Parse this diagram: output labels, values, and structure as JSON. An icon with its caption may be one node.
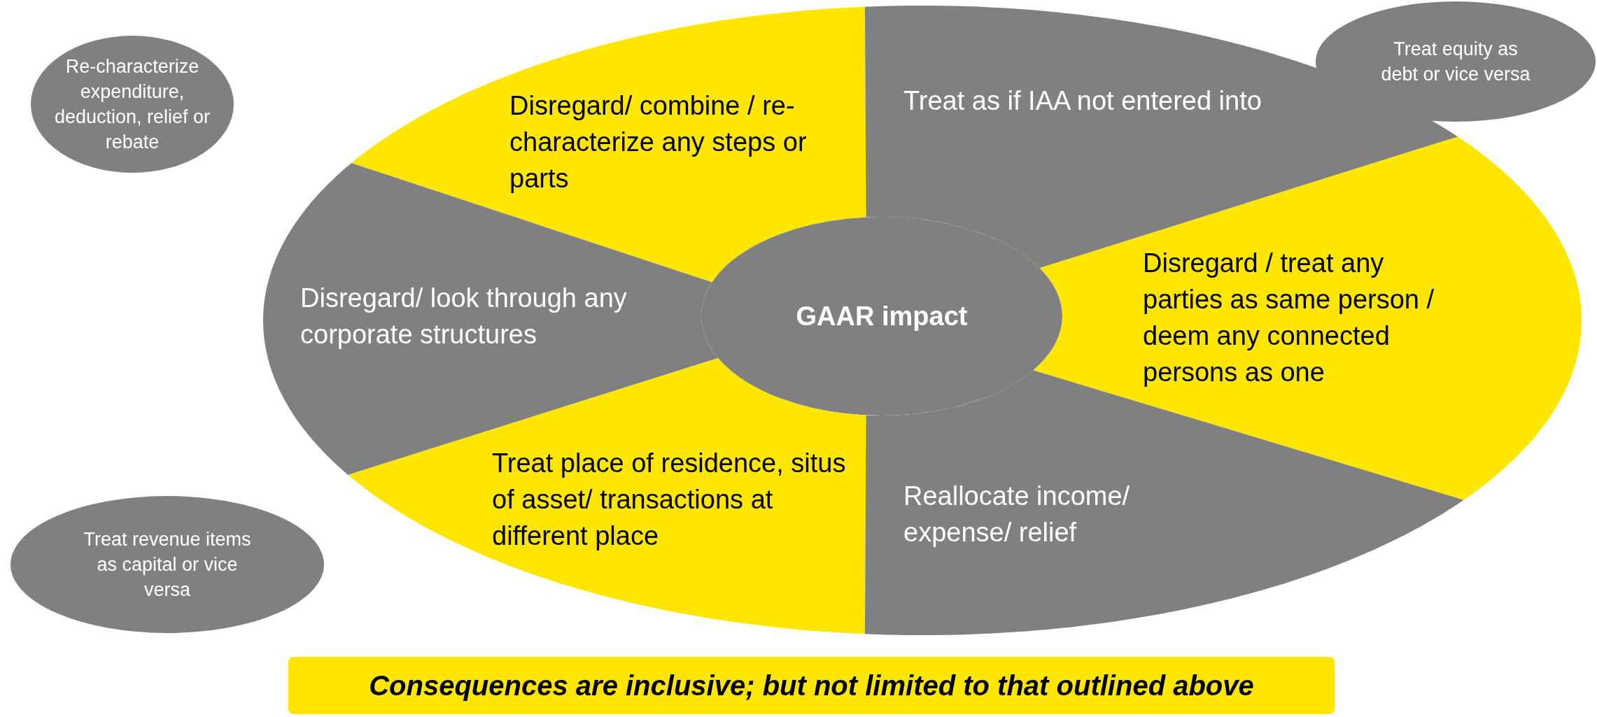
{
  "diagram": {
    "nodes": [
      {
        "text": [
          "Re-characterize expenditure, deduction, relief or rebate"
        ]
      },
      {
        "text": [
          "Disregard/ combine / re-characterize any steps or parts"
        ]
      },
      {
        "text": [
          "Treat as if IAA not entered into"
        ]
      },
      {
        "text": [
          "Treat equity as debt or vice versa"
        ]
      },
      {
        "text": [
          "Disregard/ look through any corporate structures"
        ]
      },
      {
        "text": [
          "GAAR impact"
        ]
      },
      {
        "text": [
          "Disregard / treat any parties as same person / deem any connected persons as one"
        ]
      },
      {
        "text": [
          "Treat revenue items as capital or vice versa"
        ]
      },
      {
        "text": [
          "Treat place of residence, situs of asset/ transactions at different place"
        ]
      },
      {
        "text": [
          "Reallocate income/ expense/ relief"
        ]
      },
      {
        "text": [
          "Consequences are inclusive; but not limited to that outlined above"
        ]
      }
    ]
  }
}
